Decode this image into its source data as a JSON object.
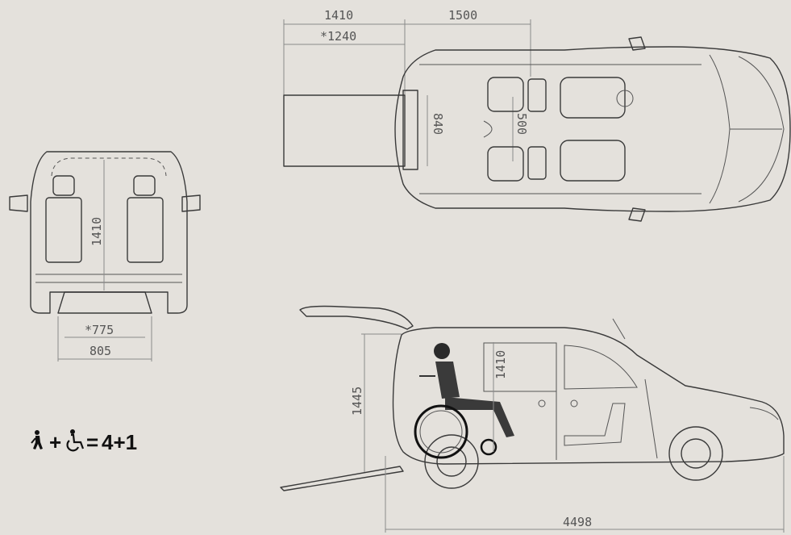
{
  "dimensions": {
    "top_ramp_length": "1410",
    "top_ramp_length_alt": "*1240",
    "top_interior_length": "1500",
    "top_ramp_width": "840",
    "top_aisle_width": "500",
    "rear_height": "1410",
    "rear_ramp_width_alt": "*775",
    "rear_ramp_width": "805",
    "side_entry_height": "1445",
    "side_interior_height": "1410",
    "overall_length": "4498"
  },
  "capacity": {
    "walking_icon": "walking-person-icon",
    "wheelchair_icon": "wheelchair-icon",
    "plus": "+",
    "equals": "=",
    "value": "4+1"
  }
}
